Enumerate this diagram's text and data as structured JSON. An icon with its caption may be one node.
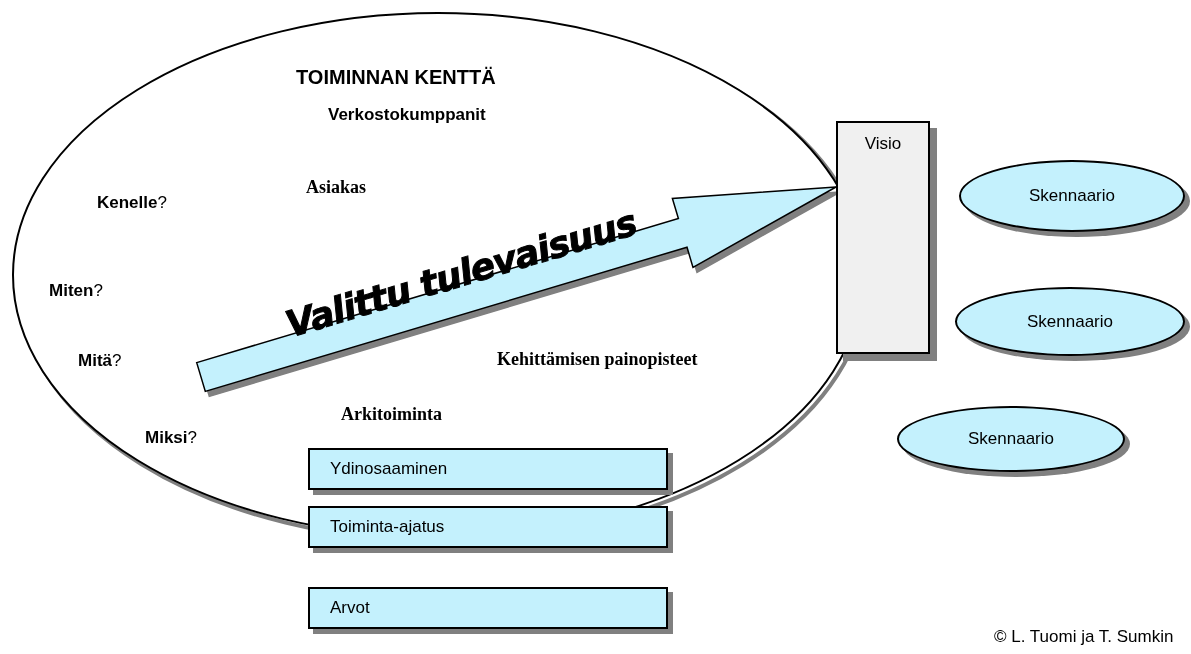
{
  "diagram": {
    "nodes": [
      {
        "text": [
          "TOIMINNAN KENTTÄ",
          "Verkostokumppanit",
          "Asiakas",
          "**Kenelle**?",
          "**Miten**?",
          "**Mitä**?",
          "**Miksi**?",
          "Kehittämisen painopisteet",
          "Arkitoiminta"
        ]
      },
      {
        "text": [
          "Visio"
        ]
      },
      {
        "text": [
          "Skennaario"
        ]
      },
      {
        "text": [
          "Skennaario"
        ]
      },
      {
        "text": [
          "Skennaario"
        ]
      },
      {
        "text": [
          "Ydinosaaminen"
        ],
        "in": 0
      },
      {
        "text": [
          "Toiminta-ajatus"
        ]
      },
      {
        "text": [
          "Arvot"
        ]
      }
    ],
    "edges": [
      {
        "from": null,
        "to": 1,
        "arrow": "to",
        "label": "Valittu tulevaisuus",
        "style": "thick"
      }
    ],
    "labels": [
      "© L. Tuomi ja T. Sumkin"
    ]
  }
}
